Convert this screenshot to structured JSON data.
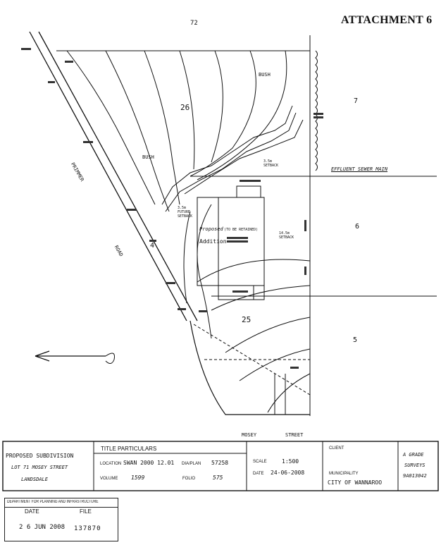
{
  "header": {
    "attachment": "ATTACHMENT 6"
  },
  "map": {
    "lot_labels": {
      "lot_72": "72",
      "lot_26": "26",
      "lot_25": "25",
      "lot_7": "7",
      "lot_6": "6",
      "lot_5": "5",
      "lot_4": "4"
    },
    "area_labels": {
      "bush_1": "BUSH",
      "bush_2": "BUSH"
    },
    "roads": {
      "primmer": "PRIMMER",
      "road": "ROAD",
      "mosey": "MOSEY",
      "street": "STREET"
    },
    "notes": {
      "effluent_sewer": "EFFLUENT SEWER MAIN",
      "setback_35": "3.5m SETBACK",
      "setback_35_future": "3.5m FUTURE SETBACK",
      "setback_145": "14.5m SETBACK",
      "proposed": "Proposed",
      "addition": "Addition",
      "to_be_retained": "(TO BE RETAINED)"
    }
  },
  "title_block": {
    "project": {
      "line1": "PROPOSED SUBDIVISION",
      "line2": "LOT 71 MOSEY STREET",
      "line3": "LANDSDALE"
    },
    "title_particulars": {
      "heading": "TITLE PARTICULARS",
      "location_label": "LOCATION",
      "location_value": "SWAN 2000 12.01",
      "dia_plan_label": "DIA/PLAN",
      "dia_plan_value": "57258",
      "volume_label": "VOLUME",
      "volume_value": "1599",
      "folio_label": "FOLIO",
      "folio_value": "575"
    },
    "scale": {
      "scale_label": "SCALE",
      "scale_value": "1:500",
      "date_label": "DATE",
      "date_value": "24-06-2008"
    },
    "client": {
      "client_label": "CLIENT",
      "municipality_label": "MUNICIPALITY",
      "municipality_value": "CITY OF WANNAROO"
    },
    "surveyor": {
      "line1": "A GRADE",
      "line2": "SURVEYS",
      "number": "9A013042"
    }
  },
  "stamp": {
    "department": "DEPARTMENT FOR PLANNING AND INFRASTRUCTURE",
    "date_label": "DATE",
    "file_label": "FILE",
    "date_value": "2 6 JUN 2008",
    "file_value": "137870"
  }
}
